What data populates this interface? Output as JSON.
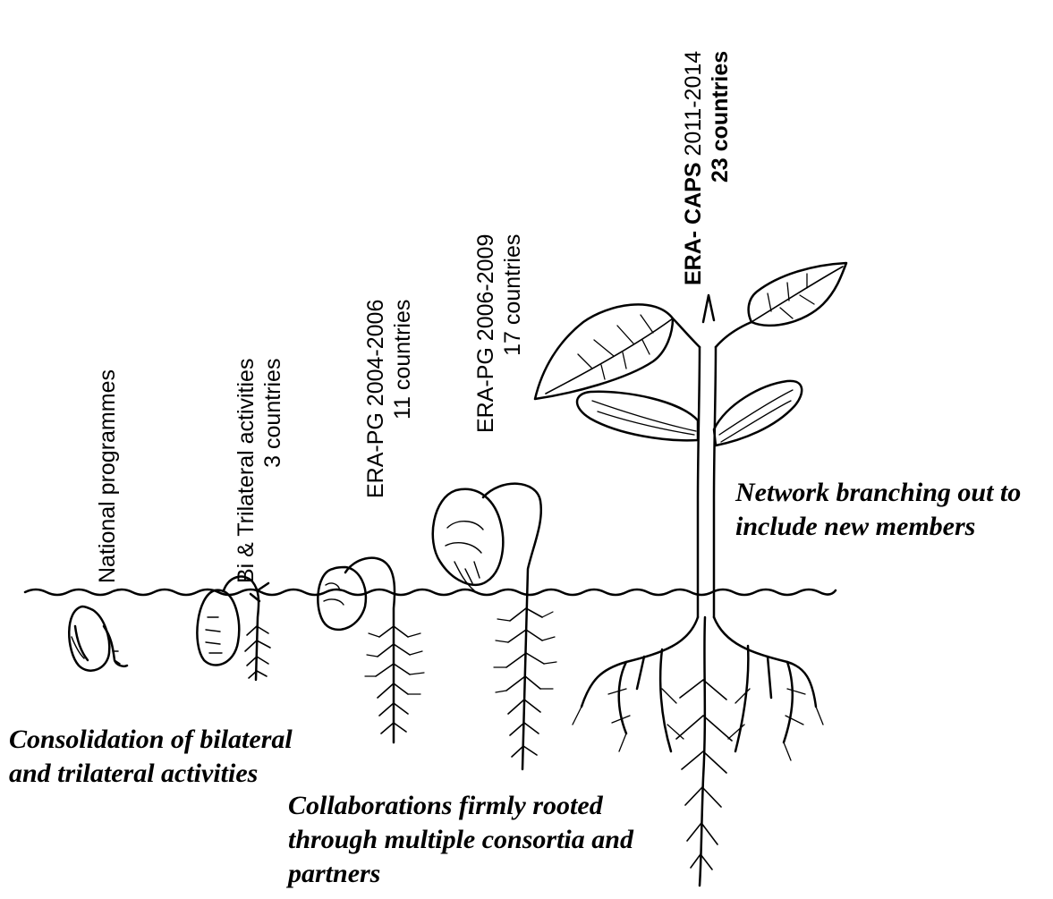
{
  "stages": [
    {
      "line1": "National programmes",
      "line2": ""
    },
    {
      "line1": "Bi & Trilateral activities",
      "line2": "3 countries"
    },
    {
      "line1": "ERA-PG 2004-2006",
      "line2": "11 countries"
    },
    {
      "line1": "ERA-PG 2006-2009",
      "line2": "17 countries"
    },
    {
      "line1_bold": "ERA- CAPS",
      "line1_rest": " 2011-2014",
      "line2": "23 countries"
    }
  ],
  "captions": {
    "consolidation": [
      "Consolidation of bilateral",
      "and trilateral activities"
    ],
    "rooted": [
      "Collaborations firmly rooted",
      "through multiple consortia and",
      "partners"
    ],
    "branching": [
      "Network branching out to",
      "include new members"
    ]
  },
  "icons": [
    "soil-line-icon",
    "seed-icon",
    "seedling-icon",
    "plant-icon"
  ],
  "colors": {
    "ink": "#000000",
    "background": "#ffffff"
  }
}
